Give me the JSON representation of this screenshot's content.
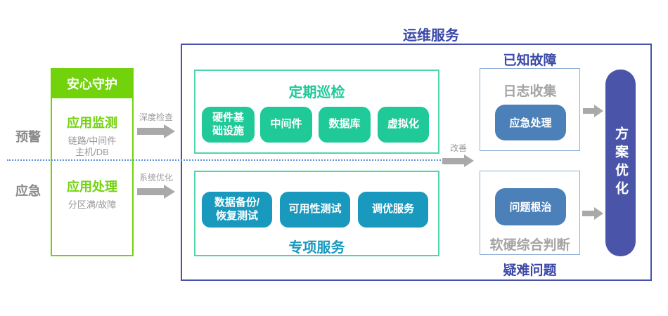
{
  "stage_labels": {
    "warning": "预警",
    "emergency": "应急"
  },
  "guard_box": {
    "title": "安心守护",
    "monitor": {
      "title": "应用监测",
      "line1": "链路/中间件",
      "line2": "主机/DB"
    },
    "handle": {
      "title": "应用处理",
      "line1": "分区满/故障"
    }
  },
  "flow_arrows": {
    "deep_check": "深度检查",
    "system_optimize": "系统优化",
    "improve": "改善"
  },
  "ops_box": {
    "title": "运维服务",
    "inspection": {
      "title": "定期巡检",
      "items": [
        "硬件基\n础设施",
        "中间件",
        "数据库",
        "虚拟化"
      ]
    },
    "special": {
      "title": "专项服务",
      "items": [
        "数据备份/\n恢复测试",
        "可用性测试",
        "调优服务"
      ]
    },
    "known_faults": {
      "title": "已知故障",
      "label": "日志收集",
      "pill": "应急处理"
    },
    "hard_problems": {
      "title": "疑难问题",
      "label": "软硬综合判断",
      "pill": "问题根治"
    },
    "result_pill": "方案优化"
  },
  "colors": {
    "bright_green": "#72D30D",
    "emerald": "#1FC998",
    "mint_border": "#4FD5AE",
    "teal": "#1999BD",
    "steel_blue": "#4B80B8",
    "indigo": "#4A55A9",
    "dark_blue": "#3A49A8",
    "light_blue_border": "#8FAFD4",
    "gray_text": "#9B9B9B",
    "arrow_gray": "#A9A9A9",
    "dotted_blue": "#5C8FDC"
  }
}
